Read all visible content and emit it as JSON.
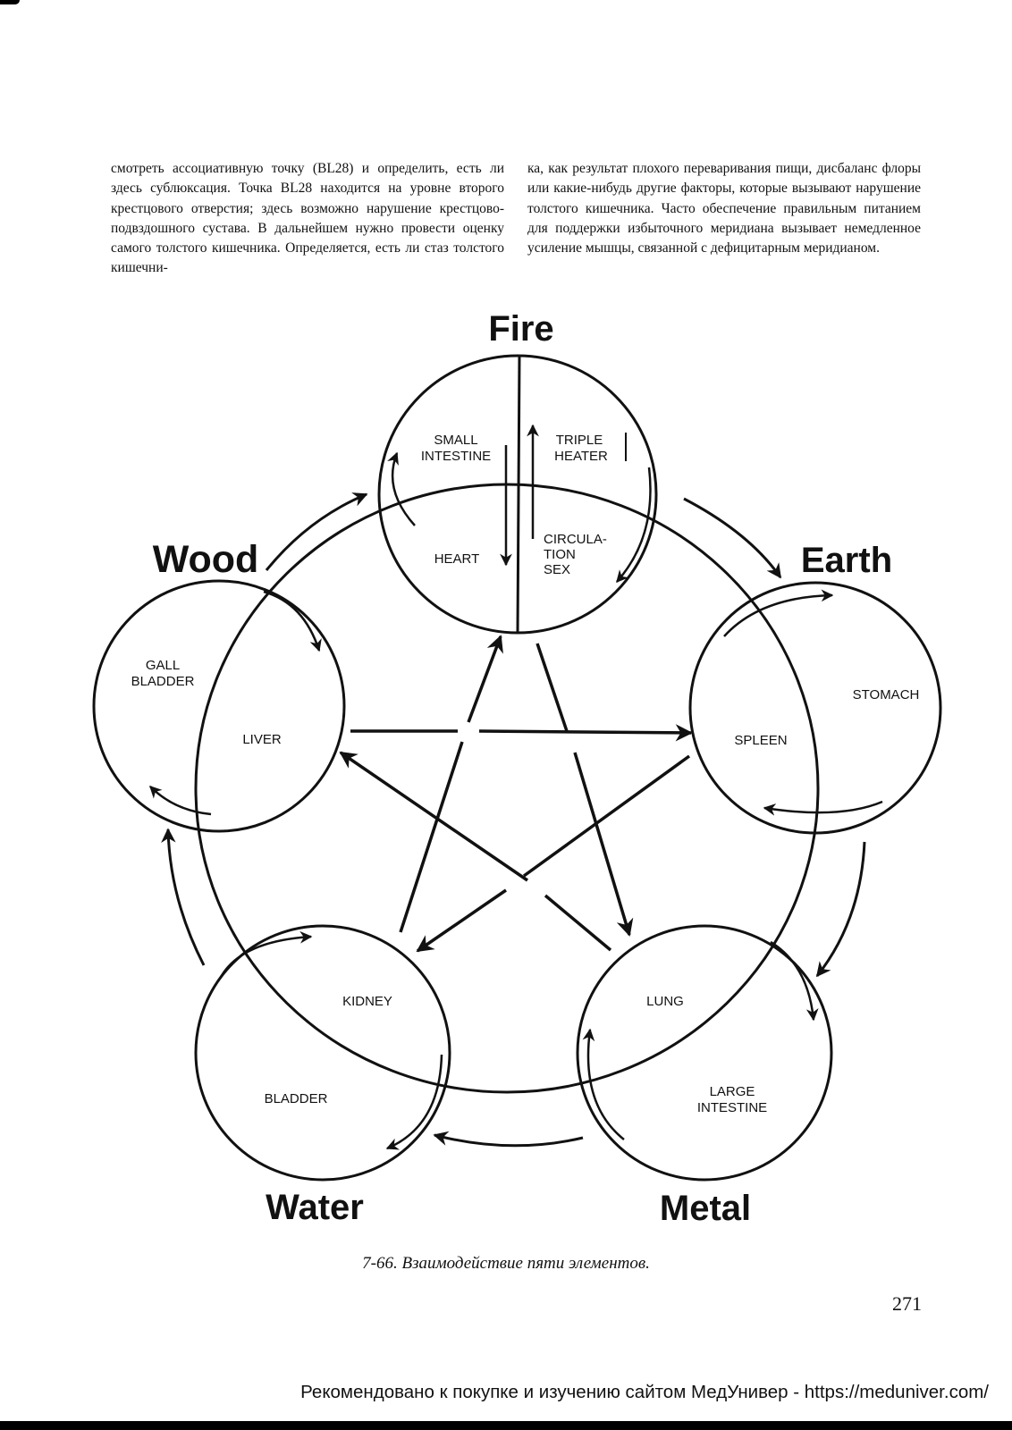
{
  "text_columns": {
    "left": "смотреть ассоциативную точку (BL28) и определить, есть ли здесь сублюксация. Точка BL28 находится на уровне второго крестцового отверстия; здесь возможно нарушение крестцово-подвздошного сустава. В дальнейшем нужно провести оценку самого толстого кишечника. Определяется, есть ли стаз толстого кишечни-",
    "right": "ка, как результат плохого переваривания пищи, дисбаланс флоры или какие-нибудь другие факторы, которые вызывают нарушение толстого кишечника. Часто обеспечение правильным питанием для поддержки избыточного меридиана вызывает немедленное усиление мышцы, связанной с дефицитарным меридианом."
  },
  "diagram": {
    "elements": {
      "fire": "Fire",
      "earth": "Earth",
      "metal": "Metal",
      "water": "Water",
      "wood": "Wood"
    },
    "organs": {
      "small_intestine": [
        "SMALL",
        "INTESTINE"
      ],
      "triple_heater": [
        "TRIPLE",
        "HEATER"
      ],
      "heart": "HEART",
      "circulation_sex": [
        "CIRCULA-",
        "TION",
        "SEX"
      ],
      "stomach": "STOMACH",
      "spleen": "SPLEEN",
      "lung": "LUNG",
      "large_intestine": [
        "LARGE",
        "INTESTINE"
      ],
      "kidney": "KIDNEY",
      "bladder": "BLADDER",
      "gall_bladder": [
        "GALL",
        "BLADDER"
      ],
      "liver": "LIVER"
    }
  },
  "caption": "7-66. Взаимодействие пяти элементов.",
  "page_number": "271",
  "footer": "Рекомендовано к покупке и изучению сайтом МедУнивер - https://meduniver.com/"
}
